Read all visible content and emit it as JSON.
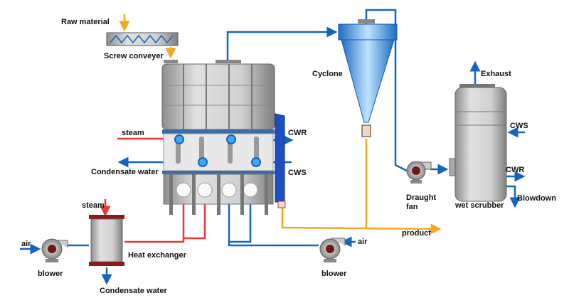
{
  "labels": {
    "raw_material": "Raw material",
    "screw_conveyer": "Screw conveyer",
    "steam_dryer": "steam",
    "condensate_dryer": "Condensate water",
    "cwr_dryer": "CWR",
    "cws_dryer": "CWS",
    "cyclone": "Cyclone",
    "exhaust": "Exhaust",
    "cws_scrubber": "CWS",
    "cwr_scrubber": "CWR",
    "blowdown": "Blowdown",
    "draught_fan_1": "Draught",
    "draught_fan_2": "fan",
    "wet_scrubber": "wet scrubber",
    "product": "product",
    "air_left": "air",
    "blower_left": "blower",
    "steam_hx": "steam",
    "heat_exchanger": "Heat exchanger",
    "condensate_hx": "Condensate water",
    "air_right": "air",
    "blower_right": "blower"
  },
  "colors": {
    "air_line": "#1565c0",
    "steam_line": "#e53935",
    "product_line": "#f5a623",
    "equipment": "#b0b0b0"
  }
}
